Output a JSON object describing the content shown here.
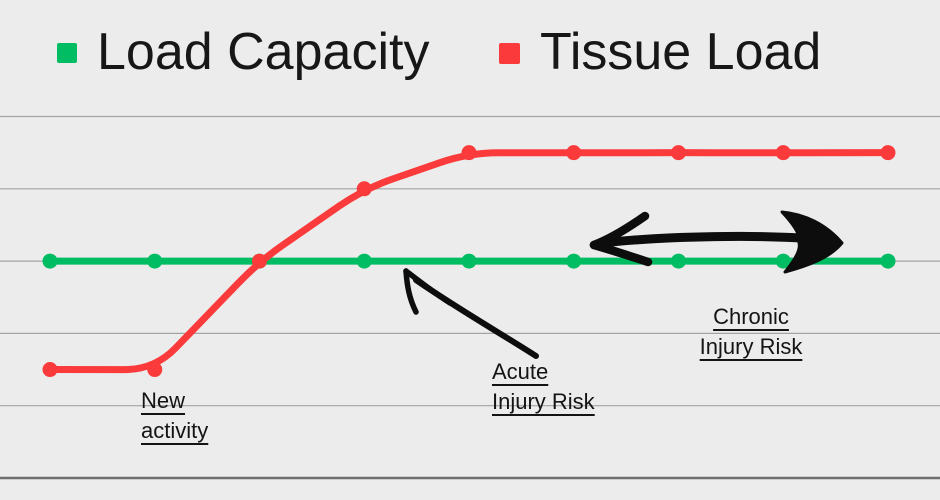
{
  "legend": {
    "items": [
      {
        "label": "Load Capacity",
        "color": "#00bc62"
      },
      {
        "label": "Tissue Load",
        "color": "#fb3b3b"
      }
    ]
  },
  "annotations": {
    "new_activity": "New\nactivity",
    "acute": "Acute\nInjury Risk",
    "chronic": "Chronic\nInjury Risk"
  },
  "colors": {
    "background": "#ececec",
    "gridline": "#a3a3a3",
    "baseline": "#6e6e6e",
    "arrow_black": "#0d0d0d",
    "green": "#00bc62",
    "red": "#fb3b3b"
  },
  "chart_data": {
    "type": "line",
    "x": [
      0,
      1,
      2,
      3,
      4,
      5,
      6,
      7,
      8
    ],
    "x_tick_labels": [],
    "series": [
      {
        "name": "Load Capacity",
        "color": "#00bc62",
        "values": [
          3,
          3,
          3,
          3,
          3,
          3,
          3,
          3,
          3
        ]
      },
      {
        "name": "Tissue Load",
        "color": "#fb3b3b",
        "values": [
          1.5,
          1.5,
          3,
          4,
          4.5,
          4.5,
          4.5,
          4.5,
          4.5
        ]
      }
    ],
    "title": "",
    "xlabel": "",
    "ylabel": "",
    "ylim": [
      0,
      5.5
    ],
    "grid": "horizontal",
    "gridline_values": [
      0,
      1,
      2,
      3,
      4,
      5
    ],
    "legend_position": "top-left",
    "markers": "circle",
    "annotations": [
      {
        "text": "New activity",
        "near": "start of Tissue Load rise"
      },
      {
        "text": "Acute Injury Risk",
        "near": "arrow pointing to Load Capacity line where Tissue Load crosses above it"
      },
      {
        "text": "Chronic Injury Risk",
        "near": "double-headed arrow along plateau above Load Capacity line"
      }
    ]
  }
}
